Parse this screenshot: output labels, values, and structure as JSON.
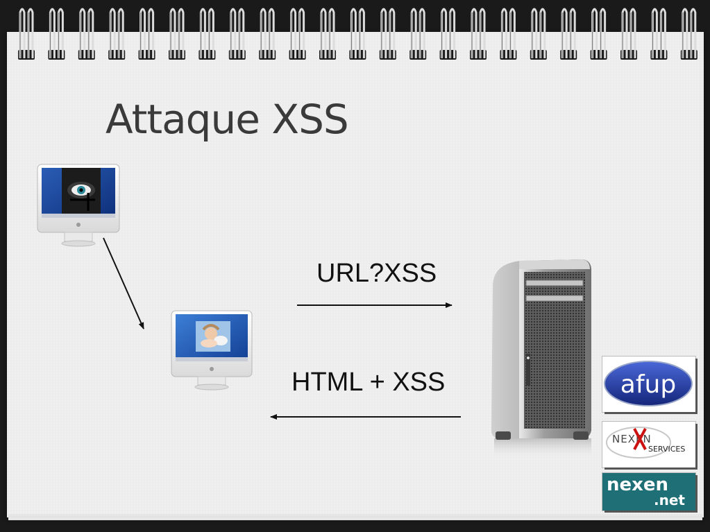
{
  "slide": {
    "title": "Attaque XSS",
    "request_label": "URL?XSS",
    "response_label": "HTML + XSS"
  },
  "nodes": {
    "attacker": {
      "icon": "imac-eye-icon"
    },
    "victim": {
      "icon": "imac-angel-icon"
    },
    "server": {
      "icon": "mac-pro-server-icon"
    }
  },
  "logos": {
    "afup": {
      "text": "afup",
      "icon": "afup-logo",
      "color": "#1b2f8f"
    },
    "nexen_services": {
      "brand": "NEXEN",
      "text": "SERVICES",
      "icon": "nexen-services-logo",
      "accent": "#cc1111"
    },
    "nexen_net": {
      "brand": "nexen",
      "suffix": ".net",
      "icon": "nexen-net-logo",
      "background": "#1e6f76"
    }
  },
  "colors": {
    "paper": "#efefef",
    "title": "#3a3a3a",
    "arrow": "#111111"
  }
}
